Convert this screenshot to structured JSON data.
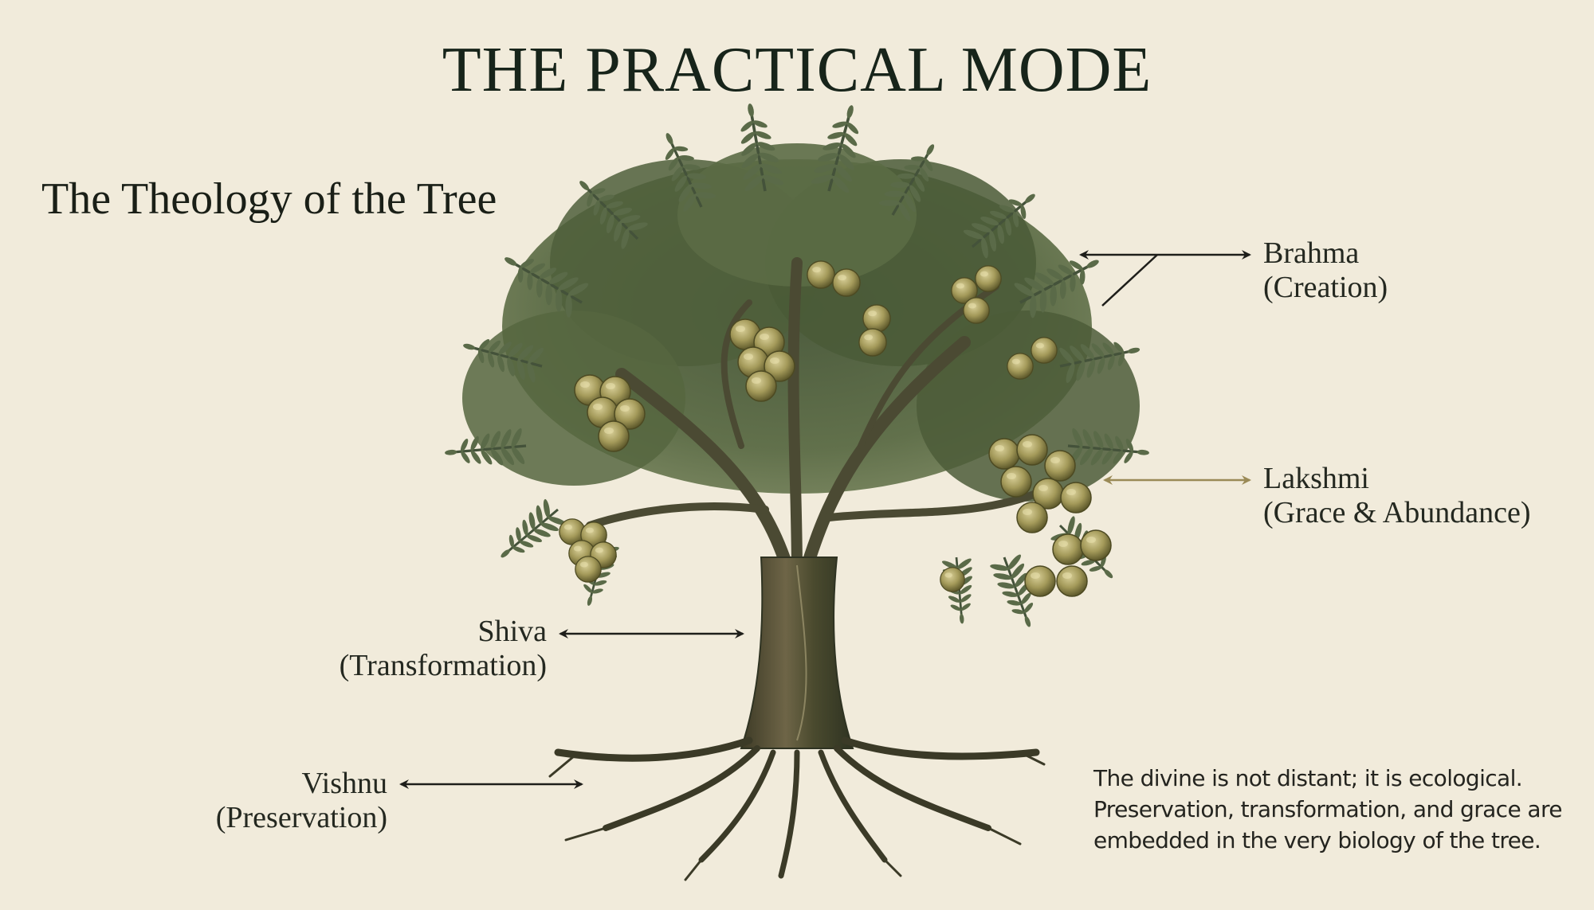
{
  "slide": {
    "title": "THE PRACTICAL MODE",
    "subtitle": "The Theology of the Tree",
    "background_color": "#f1ebdb",
    "accent_color": "#8f8350"
  },
  "labels": [
    {
      "id": "brahma",
      "name": "Brahma",
      "role": "(Creation)",
      "points_to": "upper canopy / branches",
      "arrow_color": "#1e1e1a"
    },
    {
      "id": "lakshmi",
      "name": "Lakshmi",
      "role": "(Grace & Abundance)",
      "points_to": "fruit clusters",
      "arrow_color": "#9a8a56"
    },
    {
      "id": "shiva",
      "name": "Shiva",
      "role": "(Transformation)",
      "points_to": "trunk",
      "arrow_color": "#1e1e1a"
    },
    {
      "id": "vishnu",
      "name": "Vishnu",
      "role": "(Preservation)",
      "points_to": "roots",
      "arrow_color": "#1e1e1a"
    }
  ],
  "caption": {
    "lines": [
      "The divine is not distant; it is ecological.",
      "Preservation, transformation, and grace are",
      "embedded in the very biology of the tree."
    ]
  },
  "illustration": {
    "subject": "amla-tree-icon",
    "description": "Botanical illustration of a fruit-bearing tree with feathery pinnate leaves, clusters of round green-gold fruit, twisted trunk and spreading roots"
  }
}
